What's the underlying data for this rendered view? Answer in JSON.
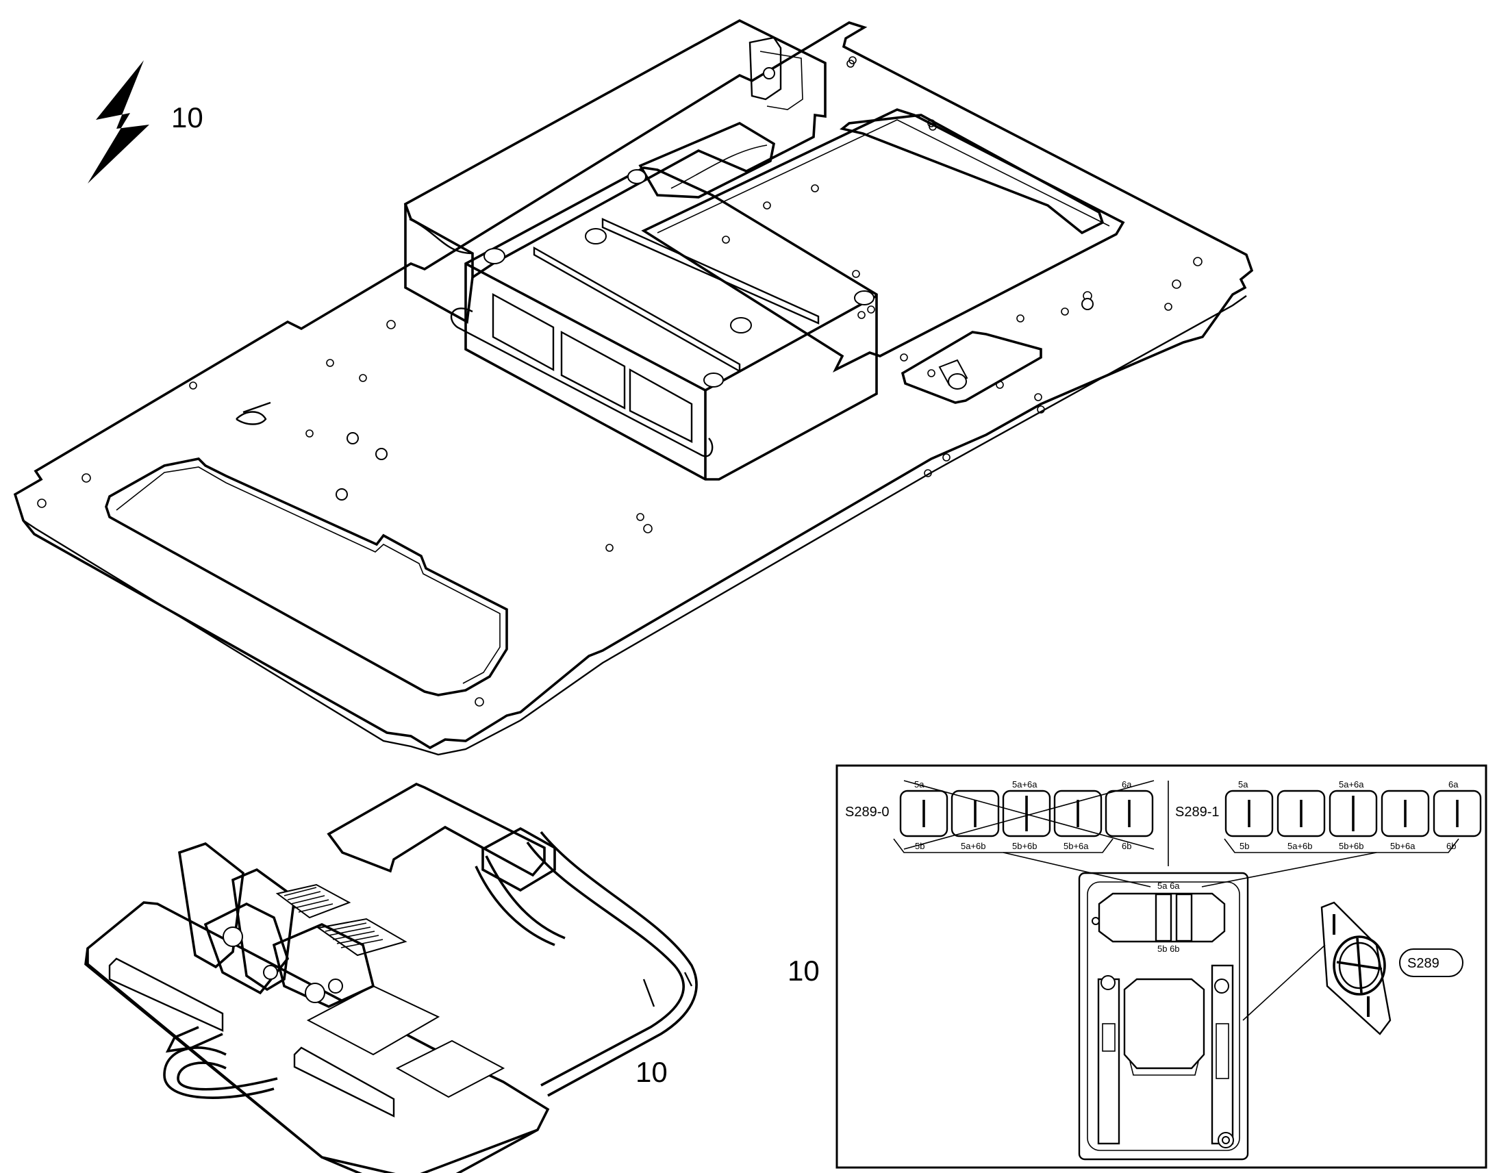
{
  "callouts": {
    "top_left": "10",
    "pedal_assembly": "10",
    "inset": "10"
  },
  "inset": {
    "switch_left": {
      "code": "S289-0",
      "top_labels": [
        "5a",
        "5a+6a",
        "6a"
      ],
      "bottom_labels": [
        "5b",
        "5a+6b",
        "5b+6b",
        "5b+6a",
        "6b"
      ]
    },
    "switch_right": {
      "code": "S289-1",
      "top_labels": [
        "5a",
        "5a+6a",
        "6a"
      ],
      "bottom_labels": [
        "5b",
        "5a+6b",
        "5b+6b",
        "5b+6a",
        "6b"
      ]
    },
    "console_top": "5a 6a",
    "console_bottom": "5b 6b",
    "switch_ref": "S289"
  },
  "icons": {
    "electrical": "lightning-bolt-icon"
  }
}
